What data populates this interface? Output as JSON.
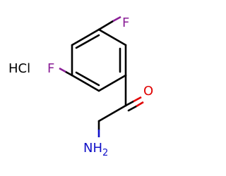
{
  "molecule": {
    "salt_label": "HCl",
    "atoms": {
      "fluorine_top": "F",
      "fluorine_left": "F",
      "oxygen": "O",
      "amine_main": "NH",
      "amine_sub": "2"
    }
  },
  "colors": {
    "bond": "#000000",
    "fluorine": "#8a1e96",
    "oxygen": "#e00000",
    "nitrogen": "#1010c8"
  }
}
